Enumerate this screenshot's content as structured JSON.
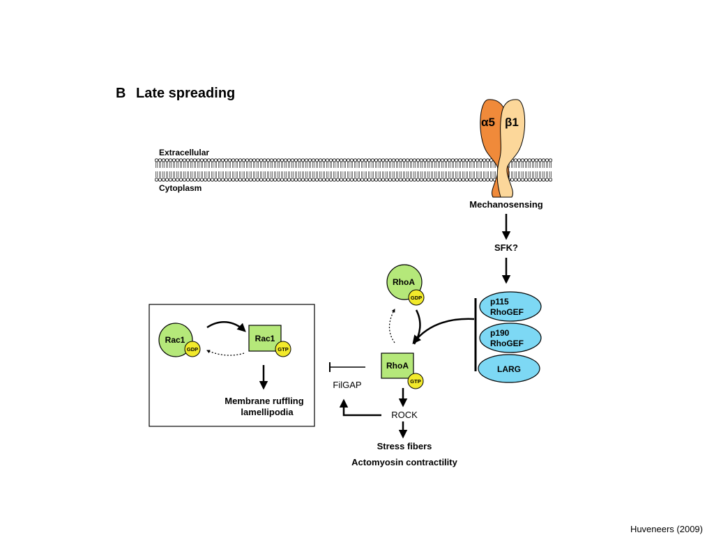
{
  "figure": {
    "panel_letter": "B",
    "title": "Late spreading",
    "citation": "Huveneers (2009)"
  },
  "membrane": {
    "extracellular_label": "Extracellular",
    "cytoplasm_label": "Cytoplasm"
  },
  "integrin": {
    "alpha_label": "α5",
    "beta_label": "β1",
    "alpha_color": "#f08a3a",
    "beta_color": "#fcd79a"
  },
  "pathway": {
    "mechanosensing": "Mechanosensing",
    "sfk": "SFK?",
    "gefs": [
      {
        "line1": "p115",
        "line2": "RhoGEF"
      },
      {
        "line1": "p190",
        "line2": "RhoGEF"
      },
      {
        "line1": "LARG",
        "line2": ""
      }
    ],
    "rhoa_gdp": {
      "name": "RhoA",
      "nucleotide": "GDP"
    },
    "rhoa_gtp": {
      "name": "RhoA",
      "nucleotide": "GTP"
    },
    "filgap": "FilGAP",
    "rock": "ROCK",
    "output_line1": "Stress fibers",
    "output_line2": "Actomyosin contractility"
  },
  "rac_box": {
    "rac1_gdp": {
      "name": "Rac1",
      "nucleotide": "GDP"
    },
    "rac1_gtp": {
      "name": "Rac1",
      "nucleotide": "GTP"
    },
    "output_line1": "Membrane ruffling",
    "output_line2": "lamellipodia"
  },
  "colors": {
    "gef_fill": "#7dd8f4",
    "gtpase_fill": "#b5e87a",
    "nucleotide_fill": "#f2ea2b",
    "box_border": "#000000"
  }
}
